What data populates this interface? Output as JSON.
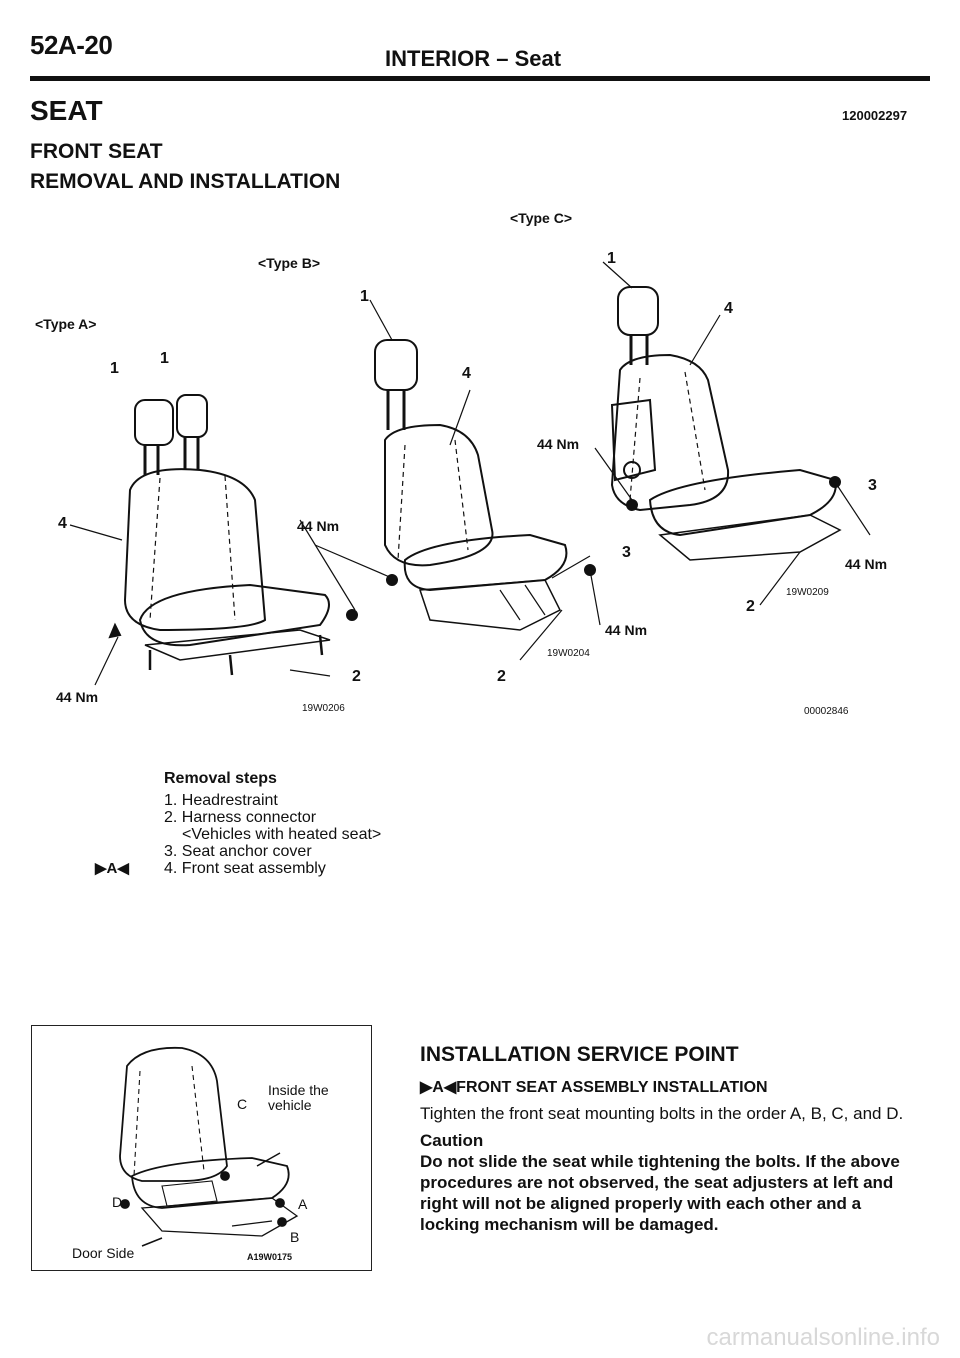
{
  "header": {
    "page_number": "52A-20",
    "section_title": "INTERIOR – Seat"
  },
  "heading": {
    "title": "SEAT",
    "doc_id": "120002297",
    "sub1": "FRONT SEAT",
    "sub2": "REMOVAL AND INSTALLATION"
  },
  "figure": {
    "type_a": "<Type A>",
    "type_b": "<Type B>",
    "type_c": "<Type C>",
    "code_a": "19W0206",
    "code_b": "19W0204",
    "code_c": "19W0209",
    "figure_id": "00002846",
    "torque": "44 Nm",
    "callouts": {
      "c1": "1",
      "c2": "2",
      "c3": "3",
      "c4": "4"
    }
  },
  "removal": {
    "title": "Removal steps",
    "steps": [
      "1. Headrestraint",
      "2. Harness connector",
      "<Vehicles with heated seat>",
      "3. Seat anchor cover",
      "4. Front seat assembly"
    ],
    "marker": "▶A◀"
  },
  "inset": {
    "inside_label": "Inside the vehicle",
    "door_label": "Door Side",
    "code": "A19W0175",
    "bolts": {
      "a": "A",
      "b": "B",
      "c": "C",
      "d": "D"
    }
  },
  "service": {
    "heading": "INSTALLATION SERVICE POINT",
    "marker": "▶A◀",
    "subheading": "FRONT SEAT ASSEMBLY INSTALLATION",
    "text": "Tighten the front seat mounting bolts in the order A, B, C, and D.",
    "caution_title": "Caution",
    "caution_text": "Do not slide the seat while tightening the bolts.  If the above procedures are not observed, the seat adjusters at left and right will not be aligned properly with each other and a locking mechanism will be damaged."
  },
  "watermark": "carmanualsonline.info"
}
